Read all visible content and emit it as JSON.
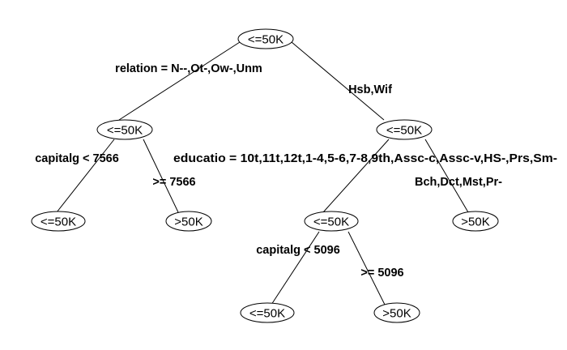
{
  "tree": {
    "nodes": [
      {
        "id": "root",
        "label": "<=50K"
      },
      {
        "id": "n-left",
        "label": "<=50K"
      },
      {
        "id": "n-right",
        "label": "<=50K"
      },
      {
        "id": "leaf-ll",
        "label": "<=50K"
      },
      {
        "id": "leaf-lr",
        "label": ">50K"
      },
      {
        "id": "n-rl",
        "label": "<=50K"
      },
      {
        "id": "leaf-rr",
        "label": ">50K"
      },
      {
        "id": "leaf-rll",
        "label": "<=50K"
      },
      {
        "id": "leaf-rlr",
        "label": ">50K"
      }
    ],
    "splits": {
      "root_left": "relation = N--,Ot-,Ow-,Unm",
      "root_right": "Hsb,Wif",
      "left_left": "capitalg < 7566",
      "left_right": ">= 7566",
      "right_left": "educatio = 10t,11t,12t,1-4,5-6,7-8,9th,Assc-c,Assc-v,HS-,Prs,Sm-",
      "right_right": "Bch,Dct,Mst,Pr-",
      "rl_left": "capitalg < 5096",
      "rl_right": ">= 5096"
    }
  }
}
